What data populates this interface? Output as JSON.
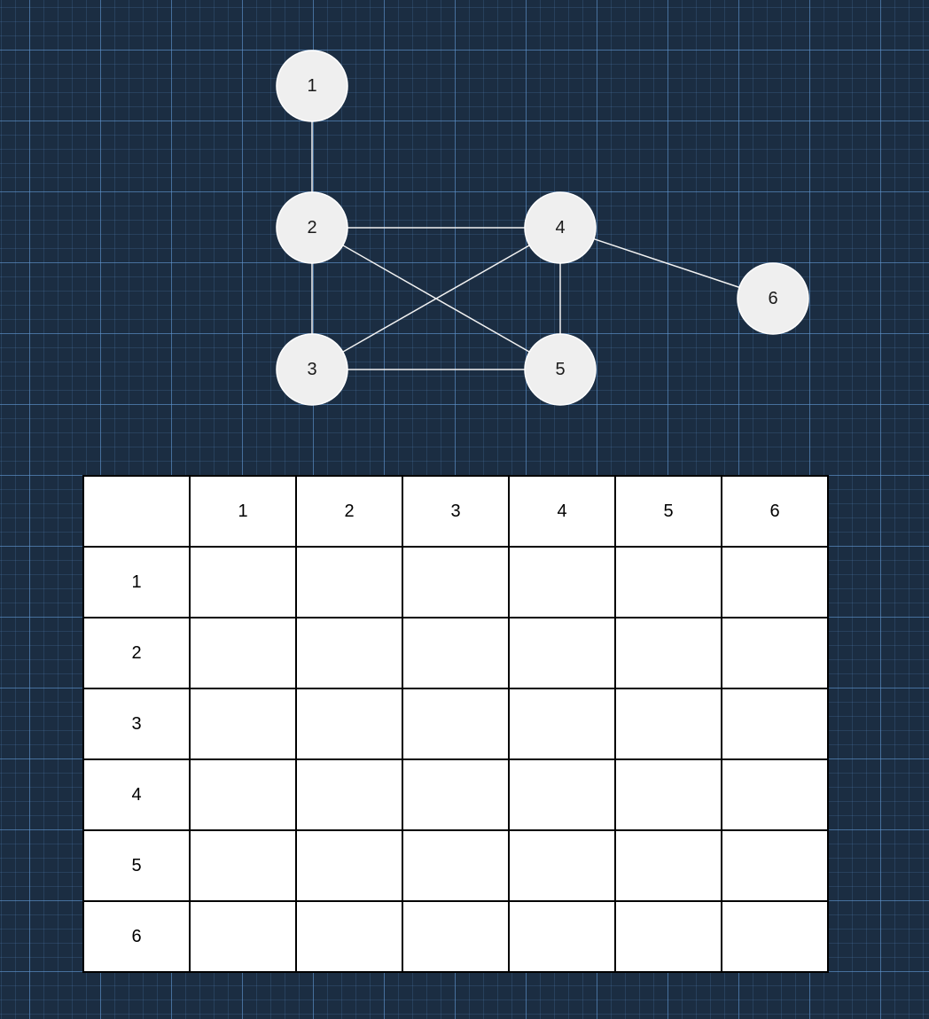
{
  "graph": {
    "nodes": [
      {
        "id": "1",
        "label": "1"
      },
      {
        "id": "2",
        "label": "2"
      },
      {
        "id": "3",
        "label": "3"
      },
      {
        "id": "4",
        "label": "4"
      },
      {
        "id": "5",
        "label": "5"
      },
      {
        "id": "6",
        "label": "6"
      }
    ],
    "edges": [
      [
        "1",
        "2"
      ],
      [
        "2",
        "3"
      ],
      [
        "2",
        "4"
      ],
      [
        "2",
        "5"
      ],
      [
        "3",
        "4"
      ],
      [
        "3",
        "5"
      ],
      [
        "4",
        "5"
      ],
      [
        "4",
        "6"
      ]
    ]
  },
  "matrix": {
    "corner": "",
    "column_headers": [
      "1",
      "2",
      "3",
      "4",
      "5",
      "6"
    ],
    "row_headers": [
      "1",
      "2",
      "3",
      "4",
      "5",
      "6"
    ],
    "cells": [
      [
        "",
        "",
        "",
        "",
        "",
        ""
      ],
      [
        "",
        "",
        "",
        "",
        "",
        ""
      ],
      [
        "",
        "",
        "",
        "",
        "",
        ""
      ],
      [
        "",
        "",
        "",
        "",
        "",
        ""
      ],
      [
        "",
        "",
        "",
        "",
        "",
        ""
      ],
      [
        "",
        "",
        "",
        "",
        "",
        ""
      ]
    ]
  },
  "colors": {
    "background": "#1b2d42",
    "grid": "#6096d2",
    "node_fill": "#efefef",
    "edge": "#f2f2f2",
    "table_border": "#000000"
  }
}
